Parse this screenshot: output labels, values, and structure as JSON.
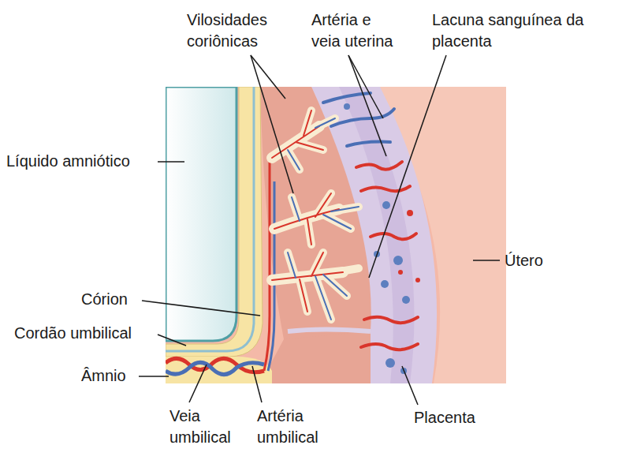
{
  "diagram": {
    "labels": [
      "Vilosidades coriônicas",
      "Artéria e veia uterina",
      "Lacuna sanguínea da placenta",
      "Líquido amniótico",
      "Útero",
      "Córion",
      "Cordão umbilical",
      "Âmnio",
      "Veia umbilical",
      "Artéria umbilical",
      "Placenta"
    ]
  }
}
